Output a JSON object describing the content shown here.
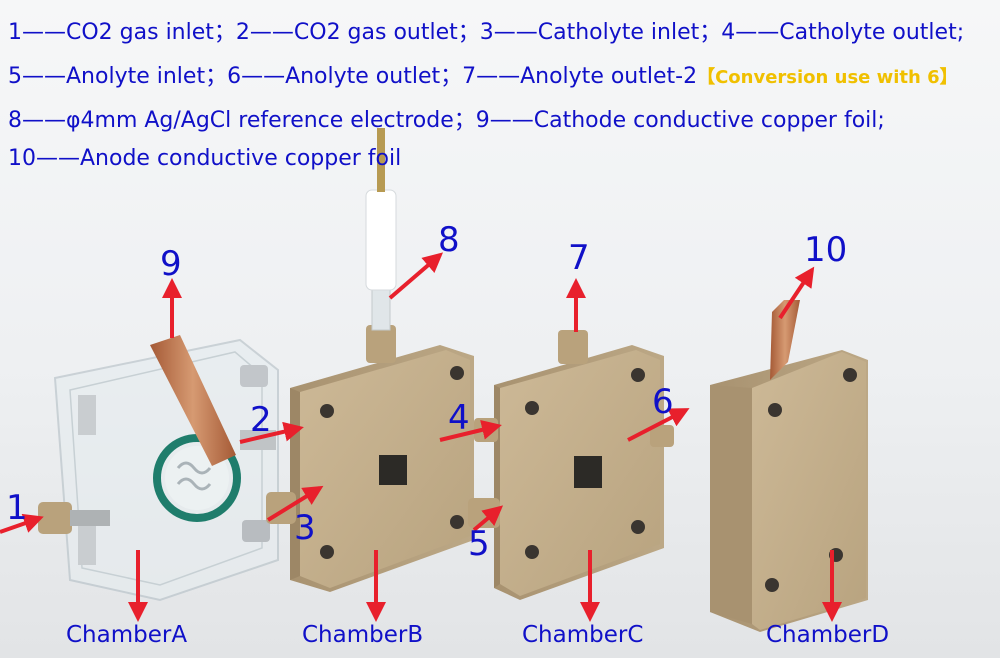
{
  "legend": {
    "line1": "1——CO2 gas inlet；2——CO2 gas outlet；3——Catholyte inlet；4——Catholyte outlet;",
    "line2_main": "5——Anolyte inlet；6——Anolyte outlet；7——Anolyte outlet-2",
    "line2_note": "【Conversion use with 6】",
    "line3": "8——φ4mm Ag/AgCl reference electrode；9——Cathode conductive copper foil;",
    "line4": "10——Anode conductive copper foil"
  },
  "callouts": [
    "1",
    "2",
    "3",
    "4",
    "5",
    "6",
    "7",
    "8",
    "9",
    "10"
  ],
  "chambers": [
    "ChamberA",
    "ChamberB",
    "ChamberC",
    "ChamberD"
  ],
  "colors": {
    "text": "#1010c8",
    "note": "#f0c000",
    "arrow": "#e8202c",
    "peek": "#c8b48e",
    "copper": "#c07850"
  }
}
